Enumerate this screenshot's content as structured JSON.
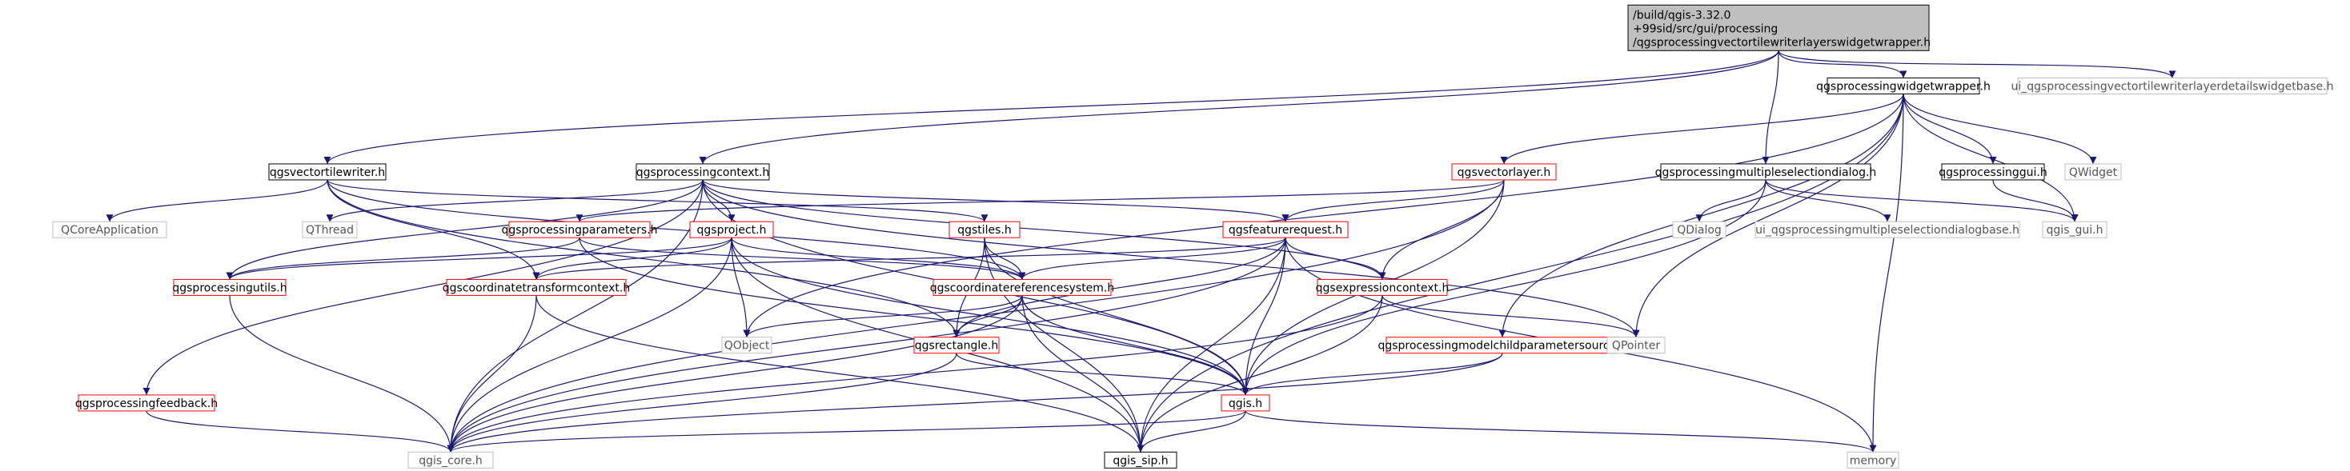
{
  "nodes": [
    {
      "id": "root",
      "label_lines": [
        "/build/qgis-3.32.0",
        "+99sid/src/gui/processing",
        "/qgsprocessingvectortilewriterlayerswidgetwrapper.h"
      ],
      "style": "root"
    },
    {
      "id": "widgetwrapper",
      "label_lines": [
        "qgsprocessingwidgetwrapper.h"
      ],
      "style": "black"
    },
    {
      "id": "ui_details",
      "label_lines": [
        "ui_qgsprocessingvectortilewriterlayerdetailswidgetbase.h"
      ],
      "style": "gray"
    },
    {
      "id": "vectortilewriter",
      "label_lines": [
        "qgsvectortilewriter.h"
      ],
      "style": "black"
    },
    {
      "id": "processingcontext",
      "label_lines": [
        "qgsprocessingcontext.h"
      ],
      "style": "black"
    },
    {
      "id": "vectorlayer",
      "label_lines": [
        "qgsvectorlayer.h"
      ],
      "style": "red"
    },
    {
      "id": "multiselect",
      "label_lines": [
        "qgsprocessingmultipleselectiondialog.h"
      ],
      "style": "black"
    },
    {
      "id": "processinggui",
      "label_lines": [
        "qgsprocessinggui.h"
      ],
      "style": "black"
    },
    {
      "id": "qwidget",
      "label_lines": [
        "QWidget"
      ],
      "style": "gray"
    },
    {
      "id": "qcoreapp",
      "label_lines": [
        "QCoreApplication"
      ],
      "style": "gray"
    },
    {
      "id": "qthread",
      "label_lines": [
        "QThread"
      ],
      "style": "gray"
    },
    {
      "id": "procparams",
      "label_lines": [
        "qgsprocessingparameters.h"
      ],
      "style": "red"
    },
    {
      "id": "project",
      "label_lines": [
        "qgsproject.h"
      ],
      "style": "red"
    },
    {
      "id": "tiles",
      "label_lines": [
        "qgstiles.h"
      ],
      "style": "red"
    },
    {
      "id": "featurerequest",
      "label_lines": [
        "qgsfeaturerequest.h"
      ],
      "style": "red"
    },
    {
      "id": "qdialog",
      "label_lines": [
        "QDialog"
      ],
      "style": "gray"
    },
    {
      "id": "ui_multisel",
      "label_lines": [
        "ui_qgsprocessingmultipleselectiondialogbase.h"
      ],
      "style": "gray"
    },
    {
      "id": "qgis_gui",
      "label_lines": [
        "qgis_gui.h"
      ],
      "style": "gray"
    },
    {
      "id": "procutils",
      "label_lines": [
        "qgsprocessingutils.h"
      ],
      "style": "red"
    },
    {
      "id": "ctcontext",
      "label_lines": [
        "qgscoordinatetransformcontext.h"
      ],
      "style": "red"
    },
    {
      "id": "crs",
      "label_lines": [
        "qgscoordinatereferencesystem.h"
      ],
      "style": "red"
    },
    {
      "id": "exprcontext",
      "label_lines": [
        "qgsexpressioncontext.h"
      ],
      "style": "red"
    },
    {
      "id": "qobject",
      "label_lines": [
        "QObject"
      ],
      "style": "gray"
    },
    {
      "id": "rectangle",
      "label_lines": [
        "qgsrectangle.h"
      ],
      "style": "red"
    },
    {
      "id": "modelchild",
      "label_lines": [
        "qgsprocessingmodelchildparametersource.h"
      ],
      "style": "red"
    },
    {
      "id": "qpointer",
      "label_lines": [
        "QPointer"
      ],
      "style": "gray"
    },
    {
      "id": "procfeedback",
      "label_lines": [
        "qgsprocessingfeedback.h"
      ],
      "style": "red"
    },
    {
      "id": "qgis",
      "label_lines": [
        "qgis.h"
      ],
      "style": "red"
    },
    {
      "id": "qgis_core",
      "label_lines": [
        "qgis_core.h"
      ],
      "style": "gray"
    },
    {
      "id": "qgis_sip",
      "label_lines": [
        "qgis_sip.h"
      ],
      "style": "black"
    },
    {
      "id": "memory",
      "label_lines": [
        "memory"
      ],
      "style": "gray"
    }
  ],
  "edges": [
    [
      "root",
      "widgetwrapper"
    ],
    [
      "root",
      "ui_details"
    ],
    [
      "root",
      "vectortilewriter"
    ],
    [
      "root",
      "processingcontext"
    ],
    [
      "root",
      "multiselect"
    ],
    [
      "widgetwrapper",
      "vectorlayer"
    ],
    [
      "widgetwrapper",
      "processinggui"
    ],
    [
      "widgetwrapper",
      "qwidget"
    ],
    [
      "widgetwrapper",
      "qgis_gui"
    ],
    [
      "widgetwrapper",
      "memory"
    ],
    [
      "widgetwrapper",
      "qpointer"
    ],
    [
      "widgetwrapper",
      "modelchild"
    ],
    [
      "widgetwrapper",
      "qobject"
    ],
    [
      "widgetwrapper",
      "qgis_sip"
    ],
    [
      "vectortilewriter",
      "qcoreapp"
    ],
    [
      "vectortilewriter",
      "tiles"
    ],
    [
      "vectortilewriter",
      "crs"
    ],
    [
      "vectortilewriter",
      "rectangle"
    ],
    [
      "vectortilewriter",
      "ctcontext"
    ],
    [
      "processingcontext",
      "qthread"
    ],
    [
      "processingcontext",
      "project"
    ],
    [
      "processingcontext",
      "procutils"
    ],
    [
      "processingcontext",
      "procfeedback"
    ],
    [
      "processingcontext",
      "featurerequest"
    ],
    [
      "processingcontext",
      "exprcontext"
    ],
    [
      "processingcontext",
      "qgis"
    ],
    [
      "processingcontext",
      "qgis_core"
    ],
    [
      "processingcontext",
      "qpointer"
    ],
    [
      "vectorlayer",
      "featurerequest"
    ],
    [
      "vectorlayer",
      "exprcontext"
    ],
    [
      "vectorlayer",
      "qgis"
    ],
    [
      "vectorlayer",
      "procparams"
    ],
    [
      "vectorlayer",
      "qgis_core"
    ],
    [
      "multiselect",
      "qdialog"
    ],
    [
      "multiselect",
      "ui_multisel"
    ],
    [
      "multiselect",
      "qgis_gui"
    ],
    [
      "multiselect",
      "qgis"
    ],
    [
      "processinggui",
      "qgis_gui"
    ],
    [
      "procparams",
      "procutils"
    ],
    [
      "procparams",
      "crs"
    ],
    [
      "procparams",
      "qgis"
    ],
    [
      "project",
      "crs"
    ],
    [
      "project",
      "ctcontext"
    ],
    [
      "project",
      "qobject"
    ],
    [
      "project",
      "qgis"
    ],
    [
      "project",
      "qgis_core"
    ],
    [
      "project",
      "qgis_sip"
    ],
    [
      "project",
      "procutils"
    ],
    [
      "tiles",
      "crs"
    ],
    [
      "tiles",
      "rectangle"
    ],
    [
      "tiles",
      "qgis"
    ],
    [
      "tiles",
      "qgis_sip"
    ],
    [
      "featurerequest",
      "crs"
    ],
    [
      "featurerequest",
      "exprcontext"
    ],
    [
      "featurerequest",
      "rectangle"
    ],
    [
      "featurerequest",
      "qgis"
    ],
    [
      "featurerequest",
      "ctcontext"
    ],
    [
      "featurerequest",
      "memory"
    ],
    [
      "featurerequest",
      "qgis_core"
    ],
    [
      "featurerequest",
      "qgis_sip"
    ],
    [
      "procutils",
      "qgis_core"
    ],
    [
      "ctcontext",
      "qgis_core"
    ],
    [
      "ctcontext",
      "qgis_sip"
    ],
    [
      "crs",
      "qobject"
    ],
    [
      "crs",
      "rectangle"
    ],
    [
      "crs",
      "qgis"
    ],
    [
      "crs",
      "qgis_core"
    ],
    [
      "crs",
      "qgis_sip"
    ],
    [
      "exprcontext",
      "qpointer"
    ],
    [
      "exprcontext",
      "qgis_core"
    ],
    [
      "exprcontext",
      "qgis_sip"
    ],
    [
      "rectangle",
      "qgis"
    ],
    [
      "rectangle",
      "qgis_core"
    ],
    [
      "modelchild",
      "qgis"
    ],
    [
      "modelchild",
      "qgis_core"
    ],
    [
      "procfeedback",
      "qgis_core"
    ],
    [
      "qgis",
      "qgis_core"
    ],
    [
      "qgis",
      "qgis_sip"
    ],
    [
      "qgis",
      "memory"
    ]
  ],
  "colors": {
    "edge": "#191970",
    "gray_edge": "#a0a0a0",
    "black_border": "#000000",
    "red_border": "#ff0000",
    "gray_border": "#bfbfbf",
    "root_fill": "#bfbfbf",
    "text": "#000000",
    "gray_text": "#555555"
  }
}
